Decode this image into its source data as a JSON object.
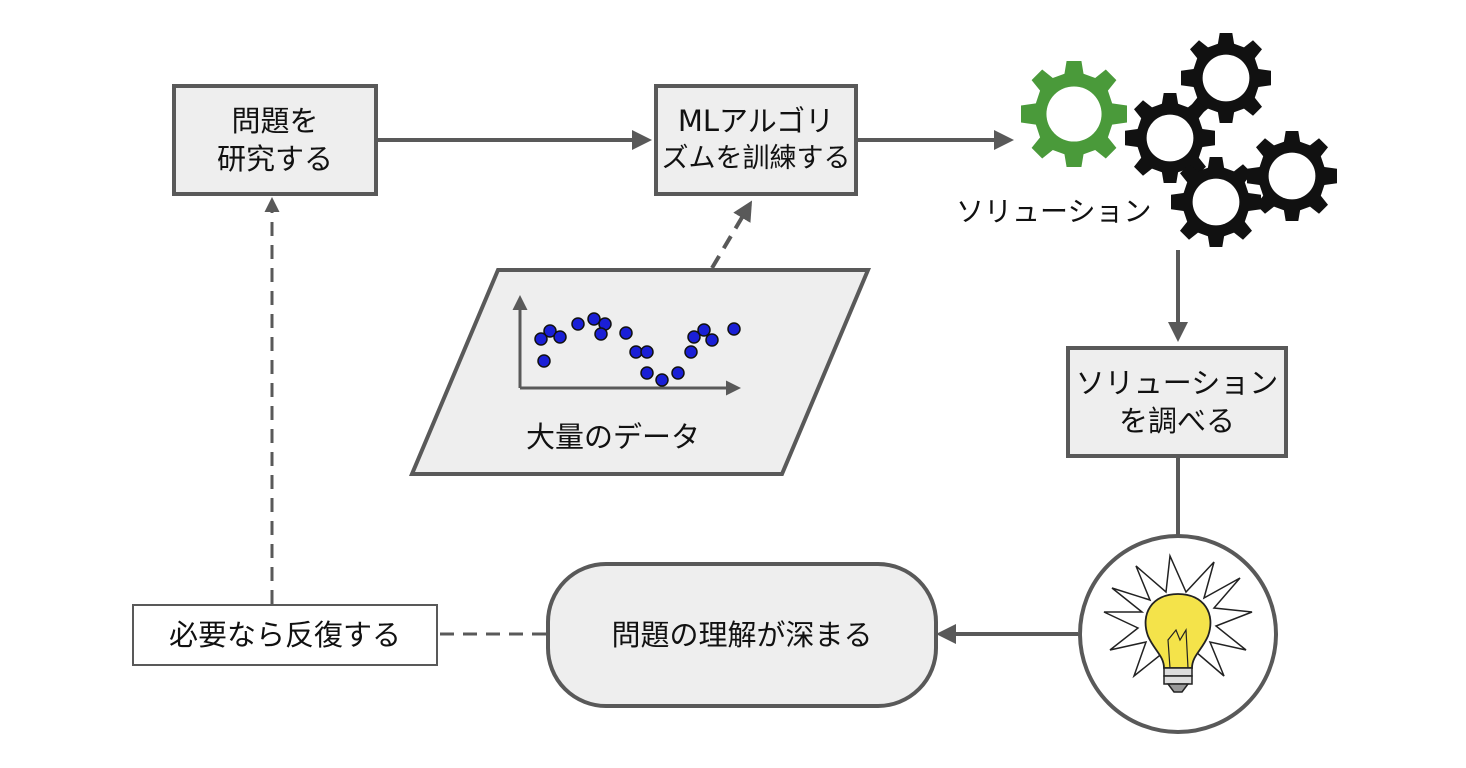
{
  "nodes": {
    "study_problem": {
      "line1": "問題を",
      "line2": "研究する"
    },
    "train_ml": {
      "line1": "MLアルゴリ",
      "line2": "ズムを訓練する"
    },
    "solution_label": "ソリューション",
    "analyze_solution": {
      "line1": "ソリューション",
      "line2": "を調べる"
    },
    "lots_of_data": "大量のデータ",
    "understand_problem": "問題の理解が深まる",
    "iterate": "必要なら反復する"
  },
  "icons": {
    "gears": "gears-icon",
    "lightbulb": "lightbulb-icon",
    "scatter": "scatter-plot-icon"
  },
  "colors": {
    "box_fill": "#eeeeee",
    "stroke": "#595959",
    "green_gear": "#4a9a3a",
    "black_gear": "#111111",
    "dot_fill": "#1a1fd6",
    "bulb": "#f4e34a"
  }
}
